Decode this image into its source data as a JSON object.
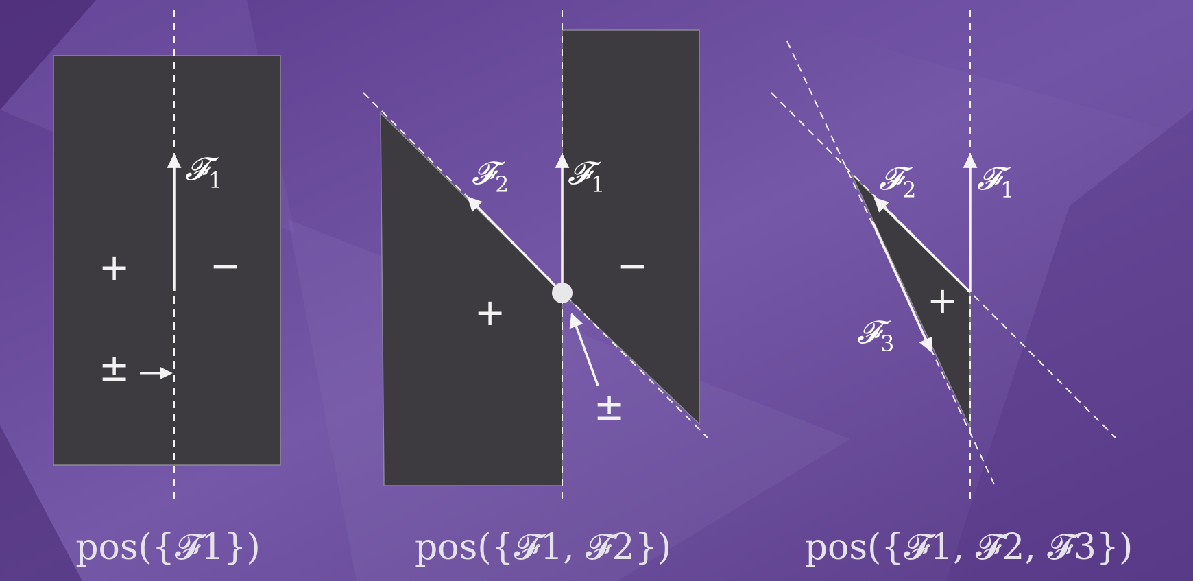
{
  "colors": {
    "background": "#6a4a98",
    "region": "#3d3b3f",
    "line": "#f4f4f4"
  },
  "panels": [
    {
      "caption": "pos({𝓕1})",
      "regions": [
        {
          "sign": "+"
        },
        {
          "sign": "−"
        }
      ],
      "boundary_sign": "±",
      "vectors": [
        {
          "name": "𝓕",
          "index": "1"
        }
      ]
    },
    {
      "caption": "pos({𝓕1, 𝓕2})",
      "regions": [
        {
          "sign": "+"
        },
        {
          "sign": "−"
        }
      ],
      "boundary_sign": "±",
      "vectors": [
        {
          "name": "𝓕",
          "index": "1"
        },
        {
          "name": "𝓕",
          "index": "2"
        }
      ]
    },
    {
      "caption": "pos({𝓕1, 𝓕2, 𝓕3})",
      "regions": [
        {
          "sign": "+"
        }
      ],
      "vectors": [
        {
          "name": "𝓕",
          "index": "1"
        },
        {
          "name": "𝓕",
          "index": "2"
        },
        {
          "name": "𝓕",
          "index": "3"
        }
      ]
    }
  ]
}
